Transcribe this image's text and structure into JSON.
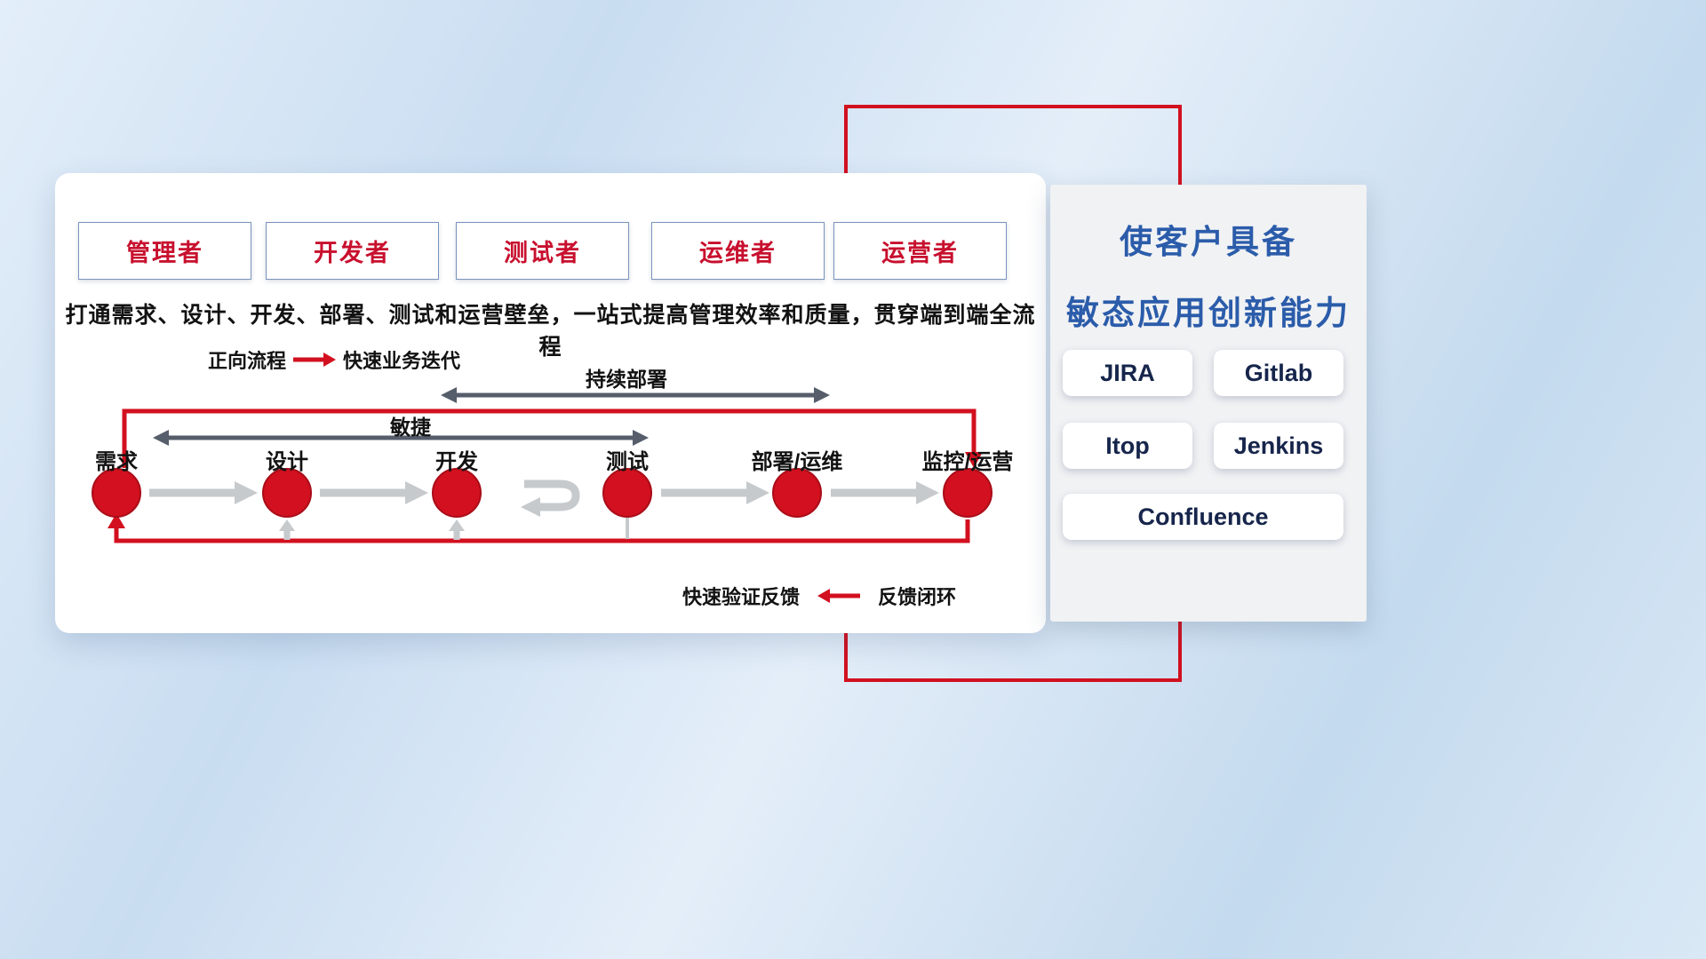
{
  "card": {
    "roles": [
      "管理者",
      "开发者",
      "测试者",
      "运维者",
      "运营者"
    ],
    "description": "打通需求、设计、开发、部署、测试和运营壁垒，一站式提高管理效率和质量，贯穿端到端全流程",
    "legend": {
      "forward_label": "正向流程",
      "forward_desc": "快速业务迭代",
      "feedback_label": "快速验证反馈",
      "feedback_desc": "反馈闭环"
    },
    "flows": {
      "continuous_deploy": "持续部署",
      "agile": "敏捷"
    },
    "nodes": [
      "需求",
      "设计",
      "开发",
      "测试",
      "部署/运维",
      "监控/运营"
    ]
  },
  "panel": {
    "title_line1": "使客户具备",
    "title_line2": "敏态应用创新能力",
    "tools": [
      "JIRA",
      "Gitlab",
      "Itop",
      "Jenkins",
      "Confluence"
    ]
  },
  "colors": {
    "accent_red": "#d2101f",
    "title_blue": "#2b5caa",
    "dark_arrow_gray": "#565e6b",
    "light_arrow_gray": "#c6cacd"
  }
}
